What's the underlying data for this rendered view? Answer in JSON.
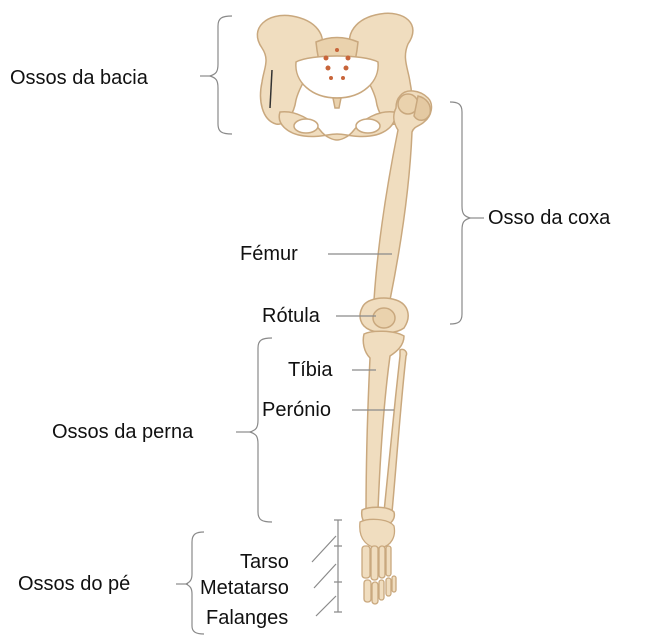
{
  "labels": {
    "hip_bones": "Ossos da bacia",
    "thigh_bone": "Osso da coxa",
    "femur": "Fémur",
    "patella": "Rótula",
    "tibia": "Tíbia",
    "fibula": "Perónio",
    "leg_bones": "Ossos da perna",
    "foot_bones": "Ossos do pé",
    "tarsus": "Tarso",
    "metatarsus": "Metatarso",
    "phalanges": "Falanges"
  },
  "colors": {
    "bone_fill": "#f0ddbf",
    "bone_shade": "#dcc19a",
    "bone_outline": "#c9a87e",
    "sacrum_dots": "#c8653a",
    "leader_line": "#8a8a8a",
    "text": "#111111"
  }
}
